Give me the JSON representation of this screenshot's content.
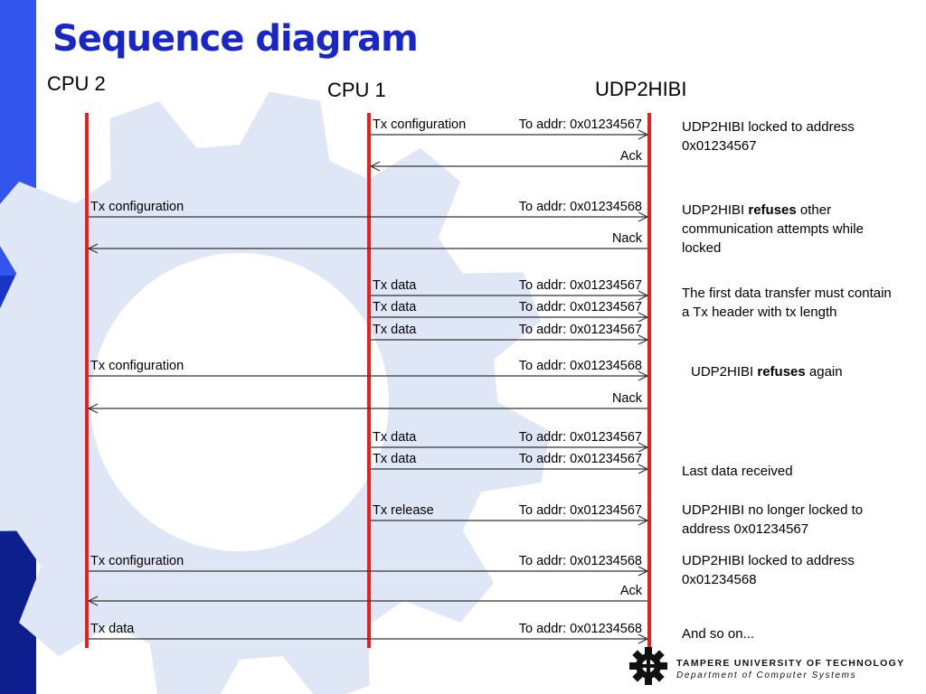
{
  "slide": {
    "title": "Sequence diagram",
    "colors": {
      "title": "#1a27c8",
      "sidebar_light": "#3355ee",
      "sidebar_mid": "#1835c8",
      "sidebar_dark": "#0c1f8c",
      "gear": "#dfe6f5",
      "lifeline": "#e8201d",
      "arrow": "#333333"
    }
  },
  "lifelines": [
    {
      "id": "cpu2",
      "label": "CPU 2"
    },
    {
      "id": "cpu1",
      "label": "CPU 1"
    },
    {
      "id": "udp2hibi",
      "label": "UDP2HIBI"
    }
  ],
  "messages": [
    {
      "from": "cpu1",
      "to": "udp2hibi",
      "left": "Tx configuration",
      "right": "To addr: 0x01234567"
    },
    {
      "from": "udp2hibi",
      "to": "cpu1",
      "left": "",
      "right": "Ack"
    },
    {
      "from": "cpu2",
      "to": "udp2hibi",
      "left": "Tx configuration",
      "right": "To addr: 0x01234568"
    },
    {
      "from": "udp2hibi",
      "to": "cpu2",
      "left": "",
      "right": "Nack"
    },
    {
      "from": "cpu1",
      "to": "udp2hibi",
      "left": "Tx data",
      "right": "To addr: 0x01234567"
    },
    {
      "from": "cpu1",
      "to": "udp2hibi",
      "left": "Tx data",
      "right": "To addr: 0x01234567"
    },
    {
      "from": "cpu1",
      "to": "udp2hibi",
      "left": "Tx data",
      "right": "To addr: 0x01234567"
    },
    {
      "from": "cpu2",
      "to": "udp2hibi",
      "left": "Tx configuration",
      "right": "To addr: 0x01234568"
    },
    {
      "from": "udp2hibi",
      "to": "cpu2",
      "left": "",
      "right": "Nack"
    },
    {
      "from": "cpu1",
      "to": "udp2hibi",
      "left": "Tx data",
      "right": "To addr: 0x01234567"
    },
    {
      "from": "cpu1",
      "to": "udp2hibi",
      "left": "Tx data",
      "right": "To addr: 0x01234567"
    },
    {
      "from": "cpu1",
      "to": "udp2hibi",
      "left": "Tx release",
      "right": "To addr: 0x01234567"
    },
    {
      "from": "cpu2",
      "to": "udp2hibi",
      "left": "Tx configuration",
      "right": "To addr: 0x01234568"
    },
    {
      "from": "udp2hibi",
      "to": "cpu2",
      "left": "",
      "right": "Ack"
    },
    {
      "from": "cpu2",
      "to": "udp2hibi",
      "left": "Tx data",
      "right": "To addr: 0x01234568"
    }
  ],
  "notes": [
    {
      "pre": "UDP2HIBI locked to address 0x01234567",
      "bold": "",
      "post": ""
    },
    {
      "pre": "UDP2HIBI ",
      "bold": "refuses",
      "post": " other communication attempts while locked"
    },
    {
      "pre": "The first data transfer must contain a Tx header with tx length",
      "bold": "",
      "post": ""
    },
    {
      "pre": "UDP2HIBI ",
      "bold": "refuses",
      "post": " again"
    },
    {
      "pre": "Last data received",
      "bold": "",
      "post": ""
    },
    {
      "pre": "UDP2HIBI no longer locked to address 0x01234567",
      "bold": "",
      "post": ""
    },
    {
      "pre": "UDP2HIBI locked to address 0x01234568",
      "bold": "",
      "post": ""
    },
    {
      "pre": "And so on...",
      "bold": "",
      "post": ""
    }
  ],
  "logo": {
    "name": "TAMPERE UNIVERSITY OF TECHNOLOGY",
    "department": "Department of Computer Systems",
    "icon": "gear-icon"
  }
}
